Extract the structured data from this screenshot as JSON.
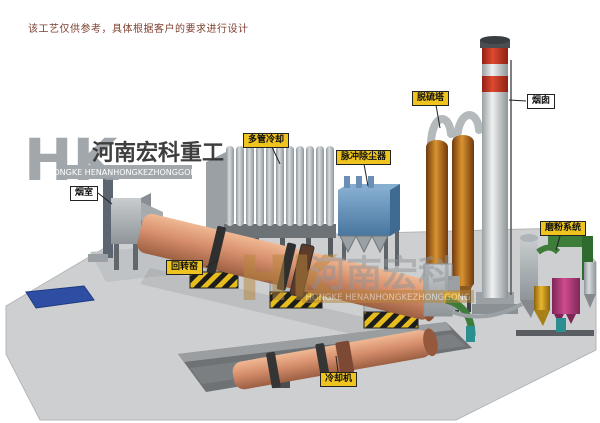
{
  "disclaimer": "该工艺仅供参考，具体根据客户的要求进行设计",
  "watermark": {
    "logo": "HK",
    "company_cn": "河南宏科重工",
    "company_en": "HONGKE HENANHONGKEZHONGGONG",
    "center_cn": "河南宏科",
    "center_en": "HONGKE HENANHONGKEZHONGGONG"
  },
  "equipment_labels": {
    "smoke_chamber": "烟室",
    "rotary_kiln": "回转窑",
    "multi_tube_cooler": "多管冷却",
    "pulse_dust_collector": "脉冲除尘器",
    "desulfurization_tower": "脱硫塔",
    "chimney": "烟囱",
    "grinding_system": "磨粉系统",
    "cooling_machine": "冷却机"
  },
  "colors": {
    "label_yellow": "#efc41f",
    "label_white": "#ffffff",
    "kiln_salmon": "#d78f6d",
    "dust_collector_blue": "#5e8cb4",
    "tower_orange": "#c9802c",
    "chimney_red": "#c33a28",
    "platform_gray": "#cdcfd0",
    "hazard_yellow": "#e6bd1c",
    "watermark_gray": "#9aa0a4",
    "watermark_tan": "#b8863c",
    "disclaimer_text": "#7d3f2f",
    "mat_blue": "#2d4ea2",
    "pipe_green": "#3e7c3a",
    "unit_magenta": "#bb3a7e"
  }
}
